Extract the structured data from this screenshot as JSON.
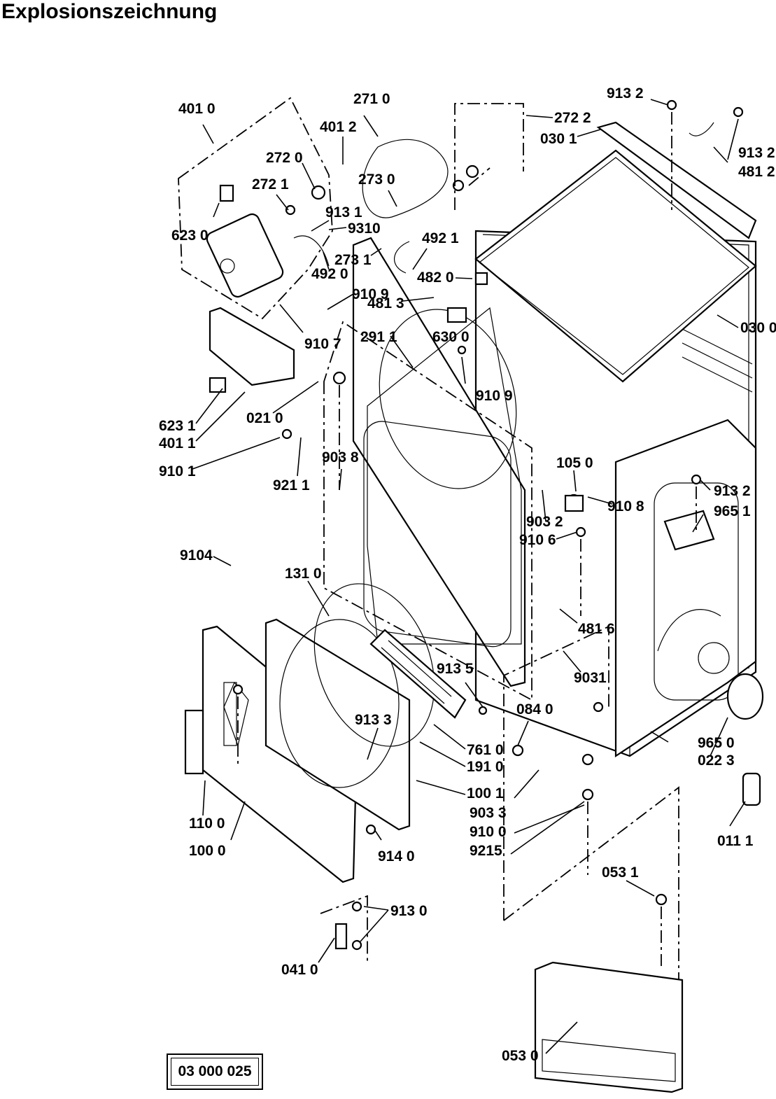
{
  "title": "Explosionszeichnung",
  "drawing_number": "03 000 025",
  "labels": [
    {
      "id": "4010",
      "text": "401 0"
    },
    {
      "id": "2710",
      "text": "271 0"
    },
    {
      "id": "9132a",
      "text": "913 2"
    },
    {
      "id": "2722",
      "text": "272 2"
    },
    {
      "id": "4012",
      "text": "401 2"
    },
    {
      "id": "0301",
      "text": "030 1"
    },
    {
      "id": "2720",
      "text": "272 0"
    },
    {
      "id": "9132b",
      "text": "913 2"
    },
    {
      "id": "2721",
      "text": "272 1"
    },
    {
      "id": "2730",
      "text": "273 0"
    },
    {
      "id": "4812",
      "text": "481 2"
    },
    {
      "id": "6230",
      "text": "623 0"
    },
    {
      "id": "9131",
      "text": "913 1"
    },
    {
      "id": "9310",
      "text": "9310"
    },
    {
      "id": "4921",
      "text": "492 1"
    },
    {
      "id": "2731",
      "text": "273 1"
    },
    {
      "id": "4820",
      "text": "482 0"
    },
    {
      "id": "4920",
      "text": "492 0"
    },
    {
      "id": "9109a",
      "text": "910 9"
    },
    {
      "id": "4813",
      "text": "481 3"
    },
    {
      "id": "0300",
      "text": "030 0"
    },
    {
      "id": "9107",
      "text": "910 7"
    },
    {
      "id": "2911",
      "text": "291 1"
    },
    {
      "id": "6300",
      "text": "630 0"
    },
    {
      "id": "9109b",
      "text": "910 9"
    },
    {
      "id": "0210",
      "text": "021 0"
    },
    {
      "id": "6231",
      "text": "623 1"
    },
    {
      "id": "4011",
      "text": "401 1"
    },
    {
      "id": "9101",
      "text": "910 1"
    },
    {
      "id": "9211",
      "text": "921 1"
    },
    {
      "id": "9038",
      "text": "903 8"
    },
    {
      "id": "1050",
      "text": "105 0"
    },
    {
      "id": "9132c",
      "text": "913 2"
    },
    {
      "id": "9651",
      "text": "965 1"
    },
    {
      "id": "9108",
      "text": "910 8"
    },
    {
      "id": "9032",
      "text": "903 2"
    },
    {
      "id": "9106",
      "text": "910 6"
    },
    {
      "id": "9104",
      "text": "9104"
    },
    {
      "id": "1310",
      "text": "131 0"
    },
    {
      "id": "4816",
      "text": "481 6"
    },
    {
      "id": "9031",
      "text": "9031"
    },
    {
      "id": "9135",
      "text": "913 5"
    },
    {
      "id": "0840",
      "text": "084 0"
    },
    {
      "id": "9133",
      "text": "913 3"
    },
    {
      "id": "7610",
      "text": "761 0"
    },
    {
      "id": "1910",
      "text": "191 0"
    },
    {
      "id": "9650",
      "text": "965 0"
    },
    {
      "id": "0223",
      "text": "022 3"
    },
    {
      "id": "1001",
      "text": "100 1"
    },
    {
      "id": "9033",
      "text": "903 3"
    },
    {
      "id": "9100",
      "text": "910 0"
    },
    {
      "id": "9215",
      "text": "9215"
    },
    {
      "id": "0111",
      "text": "011 1"
    },
    {
      "id": "1100",
      "text": "110 0"
    },
    {
      "id": "1000",
      "text": "100 0"
    },
    {
      "id": "9140",
      "text": "914 0"
    },
    {
      "id": "0531",
      "text": "053 1"
    },
    {
      "id": "9130",
      "text": "913 0"
    },
    {
      "id": "0410",
      "text": "041 0"
    },
    {
      "id": "0530",
      "text": "053 0"
    }
  ]
}
